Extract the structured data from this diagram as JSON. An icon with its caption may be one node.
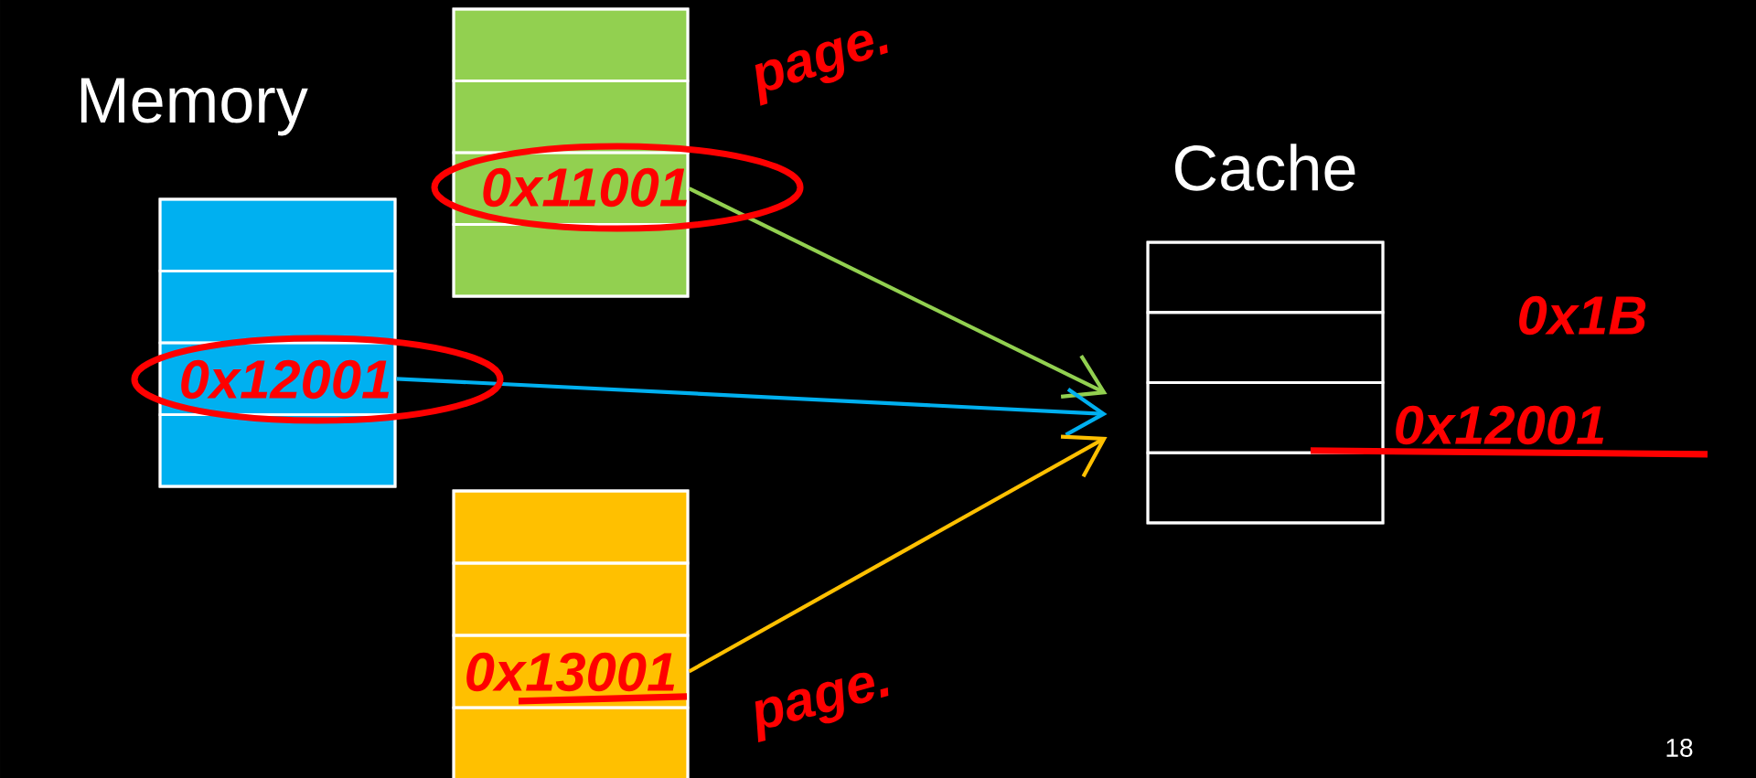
{
  "diagram": {
    "nodes": [
      {
        "text": [],
        "shape": "box"
      },
      {
        "text": [],
        "shape": "box",
        "in": 0
      },
      {
        "text": [],
        "shape": "box",
        "in": 0
      },
      {
        "text": [],
        "shape": "box",
        "in": 0
      },
      {
        "text": [],
        "shape": "box",
        "in": 0
      },
      {
        "text": [],
        "shape": "box"
      },
      {
        "text": [],
        "shape": "box",
        "in": 5
      },
      {
        "text": [],
        "shape": "box",
        "in": 5
      },
      {
        "text": [],
        "shape": "box",
        "in": 5
      },
      {
        "text": [],
        "shape": "box",
        "in": 5
      },
      {
        "text": [],
        "shape": "box"
      },
      {
        "text": [],
        "shape": "box",
        "in": 10
      },
      {
        "text": [],
        "shape": "box",
        "in": 10
      },
      {
        "text": [],
        "shape": "box",
        "in": 10
      },
      {
        "text": [],
        "shape": "box",
        "in": 10
      },
      {
        "text": [],
        "shape": "box"
      },
      {
        "text": [],
        "shape": "box",
        "in": 15
      },
      {
        "text": [],
        "shape": "box",
        "in": 15
      },
      {
        "text": [],
        "shape": "box",
        "in": 15
      },
      {
        "text": [],
        "shape": "box",
        "in": 15
      }
    ],
    "edges": [
      {
        "from": 8,
        "to": 18,
        "arrow": "to",
        "color": "#92d050"
      },
      {
        "from": 3,
        "to": 18,
        "arrow": "to",
        "color": "#00b0f0"
      },
      {
        "from": 13,
        "to": 18,
        "arrow": "to",
        "color": "#ffc000"
      }
    ],
    "labels": [
      "page.",
      "Memory",
      "Cache",
      "0x11001",
      "0x1B",
      "0x12001",
      "0x12001",
      "0x13001",
      "page.",
      "18"
    ]
  }
}
